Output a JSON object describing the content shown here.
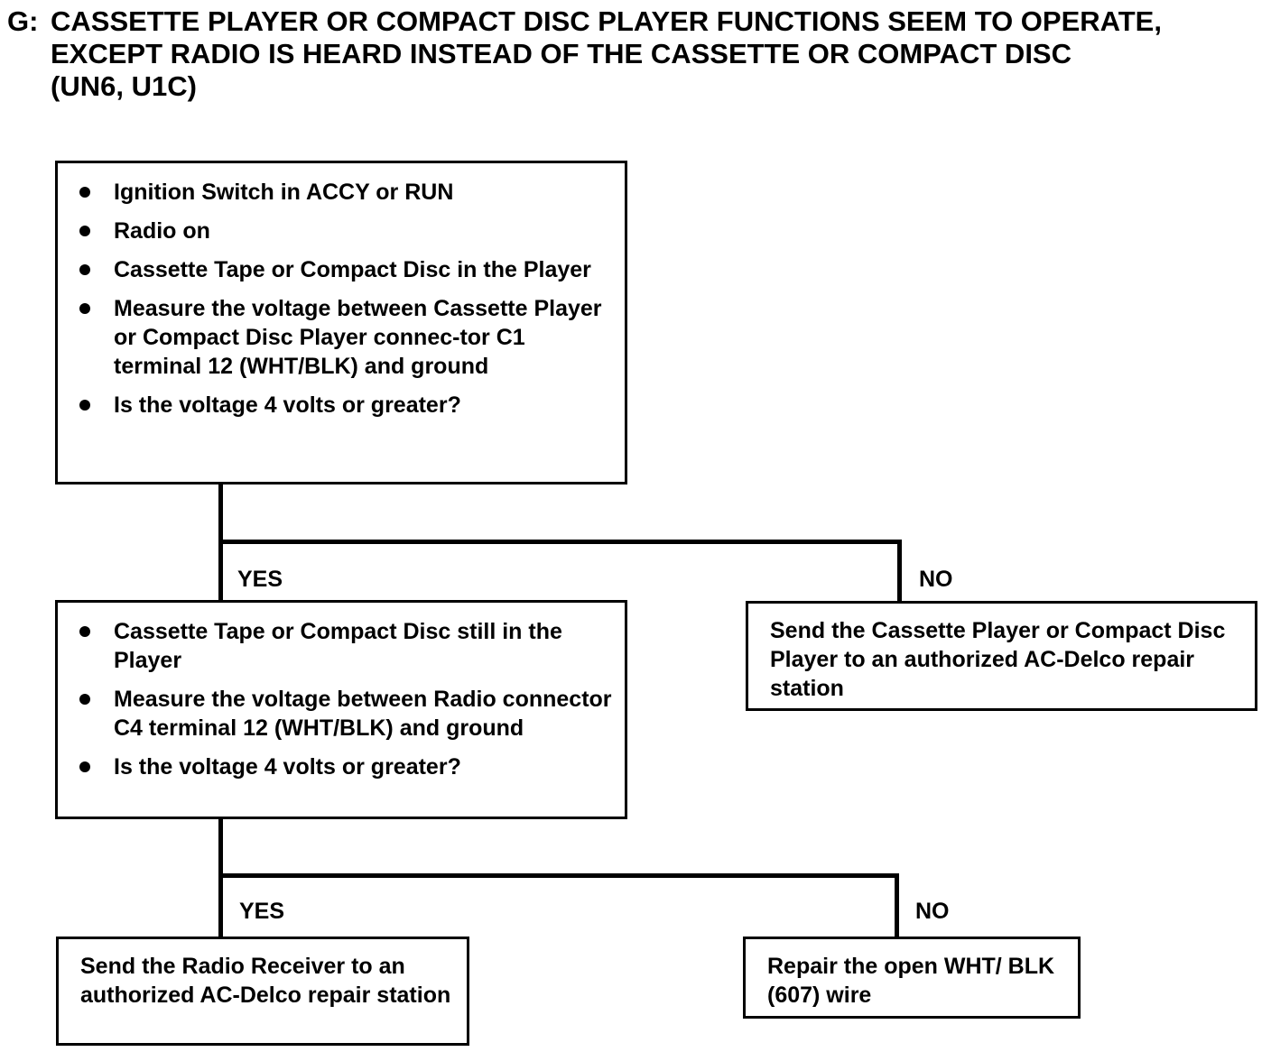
{
  "title": {
    "label": "G:",
    "line1": "CASSETTE PLAYER OR COMPACT DISC PLAYER FUNCTIONS SEEM TO OPERATE,",
    "line2": "EXCEPT RADIO IS HEARD INSTEAD OF THE CASSETTE OR COMPACT DISC",
    "line3": "(UN6, U1C)"
  },
  "step1": {
    "items": [
      "Ignition Switch in ACCY or RUN",
      "Radio on",
      "Cassette Tape or Compact Disc in the Player",
      "Measure the voltage between Cassette Player or Compact Disc Player connec-tor C1 terminal 12 (WHT/BLK) and ground",
      "Is the voltage 4 volts or greater?"
    ]
  },
  "branch1": {
    "yes_label": "YES",
    "no_label": "NO"
  },
  "step2": {
    "items": [
      "Cassette Tape or Compact Disc still in the Player",
      "Measure the voltage between Radio connector C4 terminal 12 (WHT/BLK) and ground",
      "Is the voltage 4 volts or greater?"
    ]
  },
  "result_no1": {
    "text": "Send the Cassette Player or Compact Disc Player to an authorized AC-Delco repair station"
  },
  "branch2": {
    "yes_label": "YES",
    "no_label": "NO"
  },
  "result_yes2": {
    "text": "Send the Radio Receiver to an authorized AC-Delco repair station"
  },
  "result_no2": {
    "text": "Repair the open WHT/ BLK (607) wire"
  }
}
